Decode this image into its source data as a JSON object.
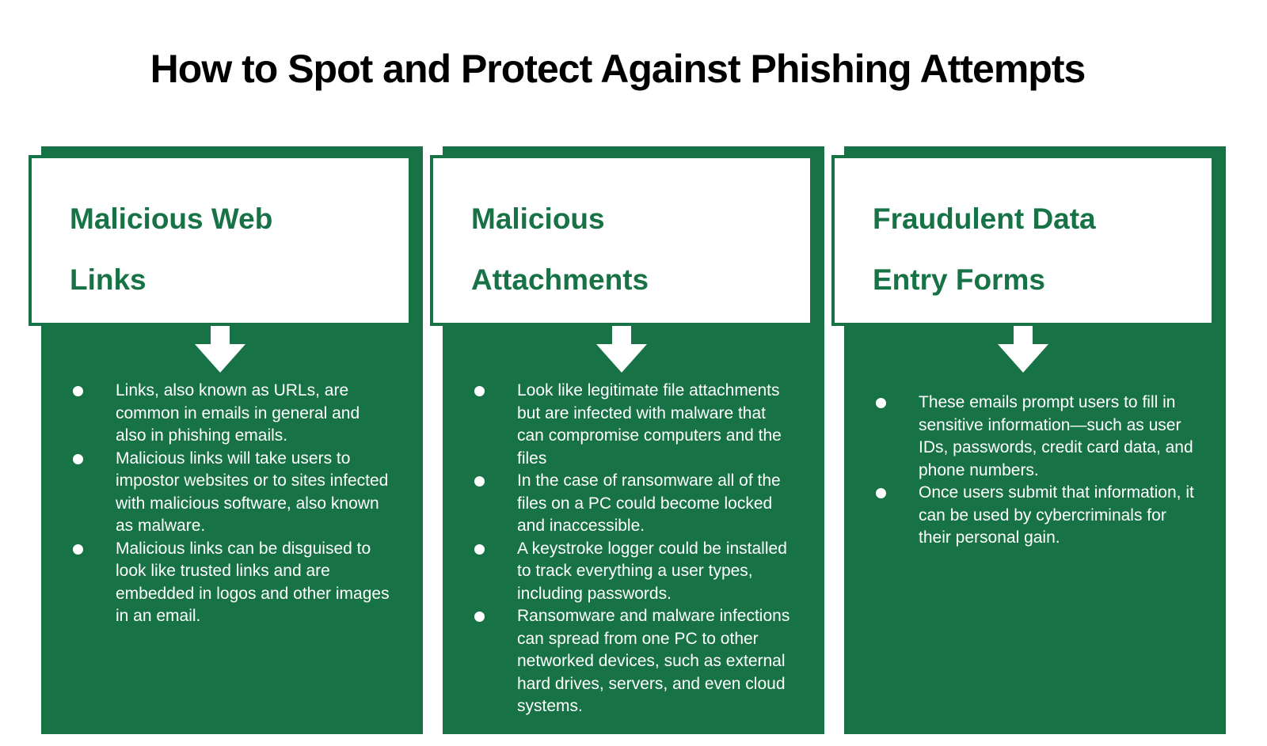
{
  "page": {
    "title": "How to Spot and Protect Against Phishing Attempts"
  },
  "theme": {
    "brand_green": "#177245",
    "card_background": "#ffffff",
    "title_color": "#000000",
    "bullet_text_color": "#ffffff"
  },
  "icons": {
    "connector": "down-arrow",
    "bullet": "filled-circle"
  },
  "columns": [
    {
      "title_line1": "Malicious Web",
      "title_line2": "Links",
      "bullets": [
        "Links, also known as URLs, are common in emails in general and also in phishing emails.",
        "Malicious links will take users to impostor websites or to sites infected with malicious software, also known as malware.",
        "Malicious links can be disguised to look like trusted links and are embedded in logos and other images in an email."
      ]
    },
    {
      "title_line1": "Malicious",
      "title_line2": "Attachments",
      "bullets": [
        "Look like legitimate file attachments but are infected with malware that can compromise computers and the files",
        "In the case of ransomware all of the files on a PC could become locked and inaccessible.",
        "A keystroke logger could be installed to track everything a user types, including passwords.",
        "Ransomware and malware infections can spread from one PC to other networked devices, such as external hard drives, servers, and even cloud systems."
      ]
    },
    {
      "title_line1": "Fraudulent Data",
      "title_line2": "Entry Forms",
      "bullets": [
        "These emails prompt users to fill in sensitive information—such as user IDs, passwords, credit card data, and phone numbers.",
        "Once users submit that information, it can be used by cybercriminals for their personal gain."
      ]
    }
  ]
}
